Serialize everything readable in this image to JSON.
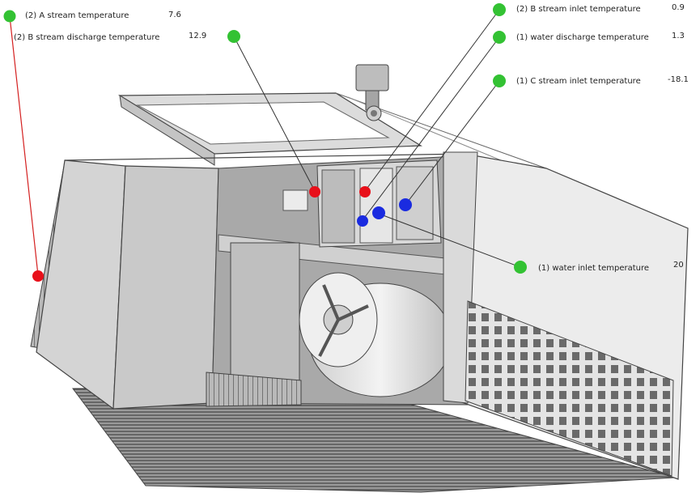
{
  "readings": [
    {
      "id": "a-stream-temp",
      "label": "(2) A stream temperature",
      "value": "7.6"
    },
    {
      "id": "b-stream-discharge-temp",
      "label": "(2) B stream discharge temperature",
      "value": "12.9"
    },
    {
      "id": "b-stream-inlet-temp",
      "label": "(2) B stream inlet temperature",
      "value": "0.9"
    },
    {
      "id": "water-discharge-temp",
      "label": "(1) water discharge temperature",
      "value": "1.3"
    },
    {
      "id": "c-stream-inlet-temp",
      "label": "(1) C stream inlet temperature",
      "value": "-18.1"
    },
    {
      "id": "water-inlet-temp",
      "label": "(1) water inlet temperature",
      "value": "20"
    }
  ],
  "colors": {
    "indicator_green": "#33c233",
    "sensor_red": "#e8101a",
    "sensor_blue": "#1a2be0",
    "leader_line": "#333333",
    "leader_red": "#d42020"
  }
}
